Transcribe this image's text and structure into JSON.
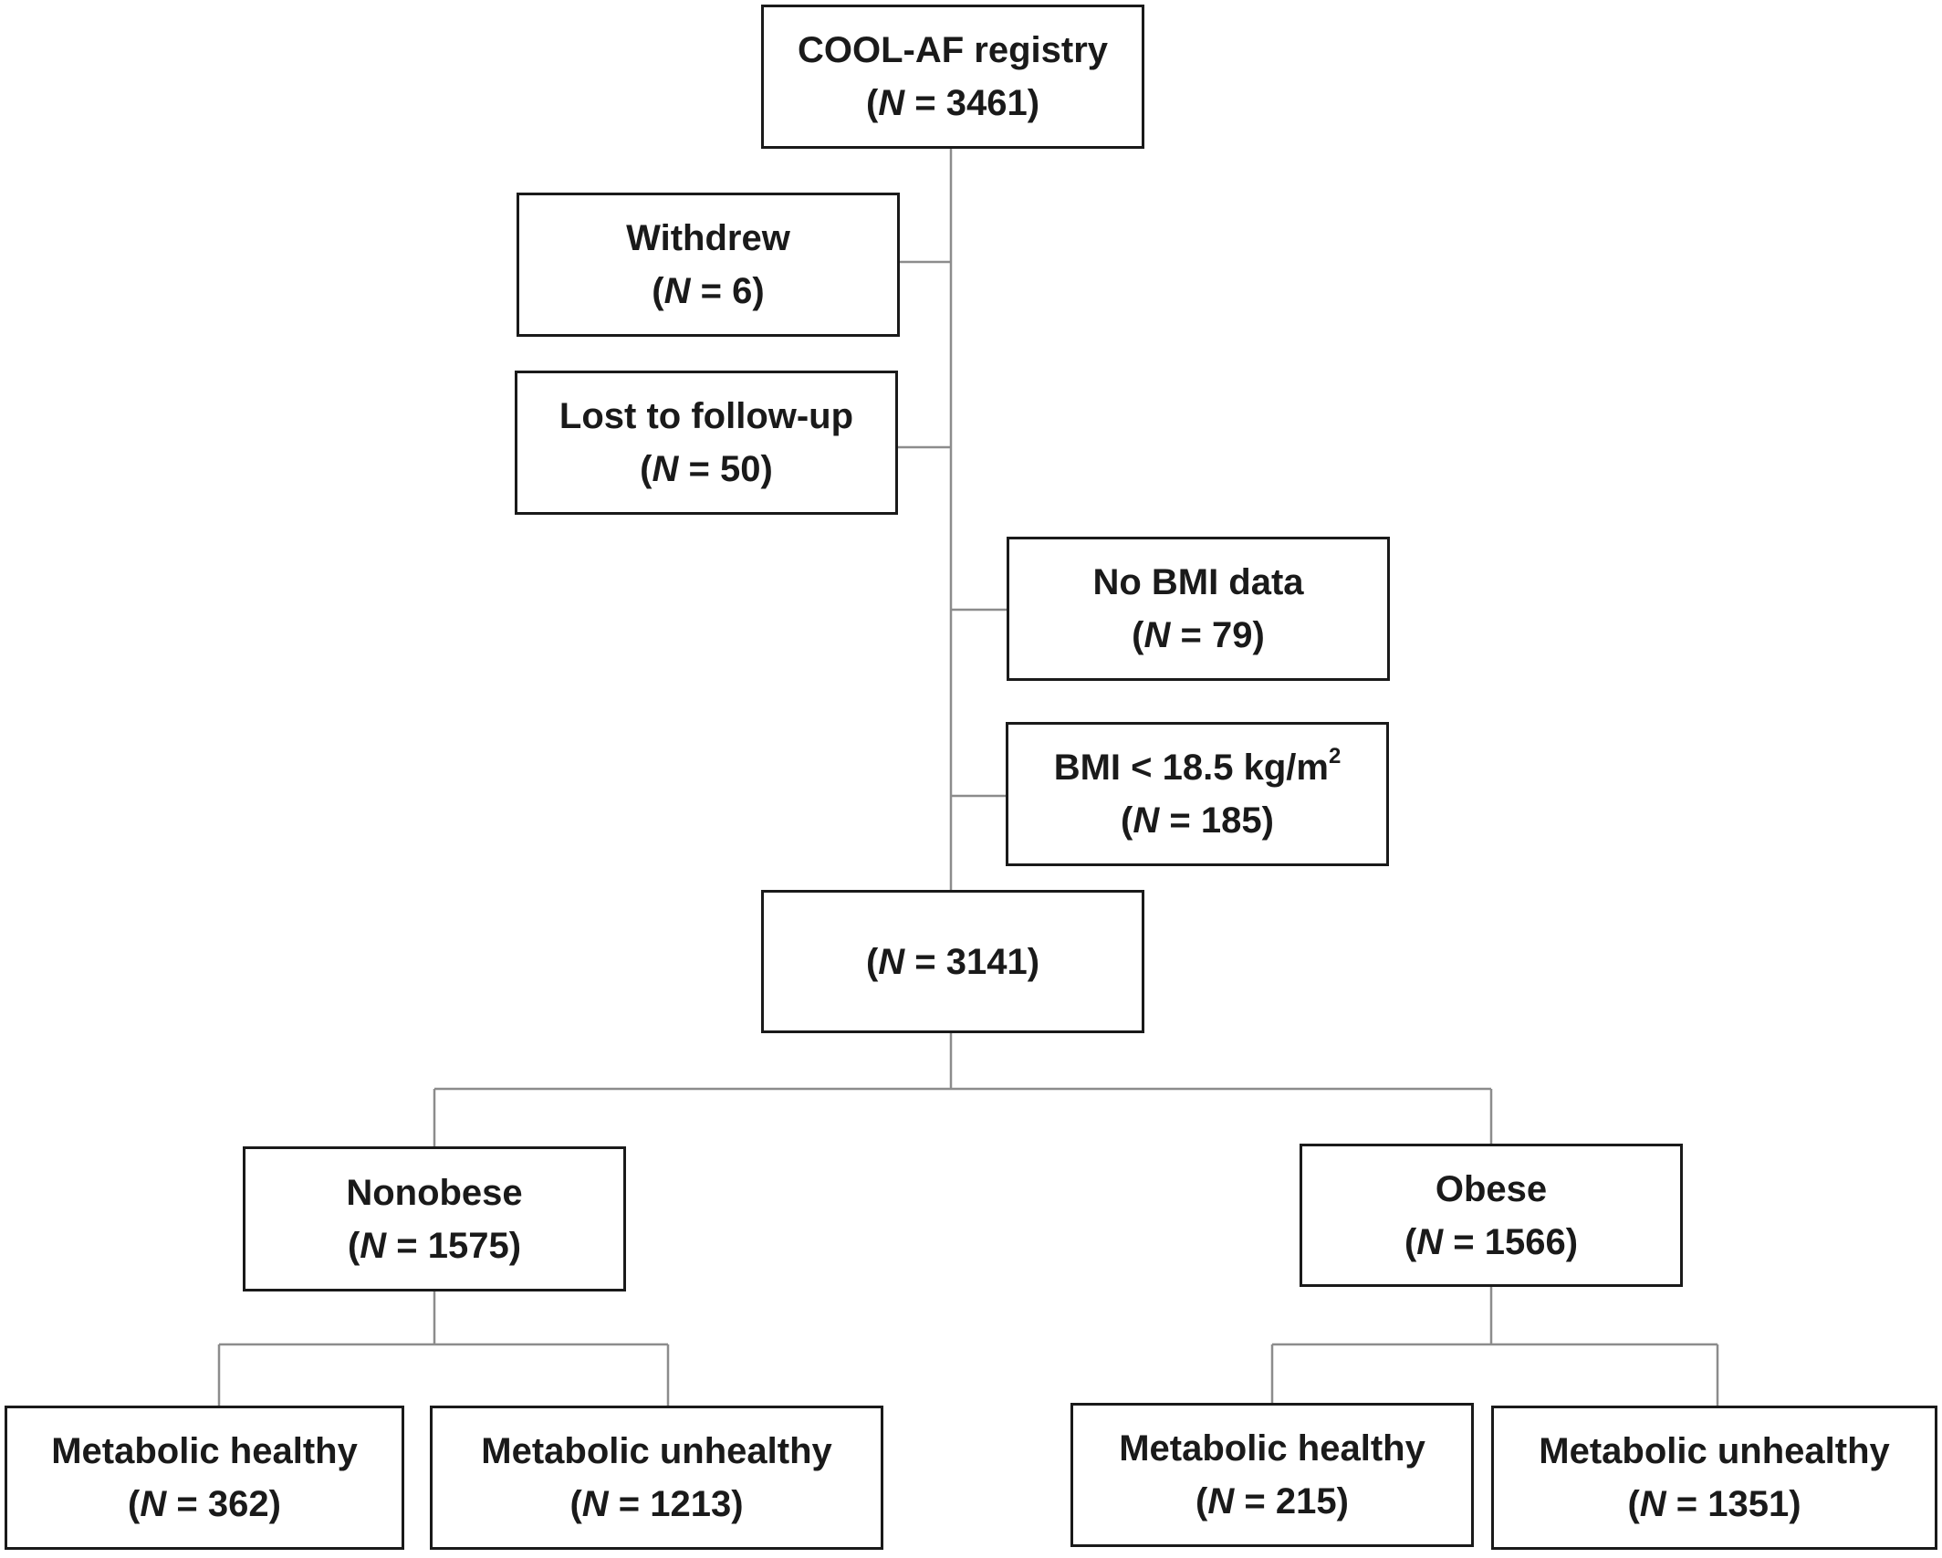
{
  "boxes": {
    "registry": {
      "label": "COOL-AF registry",
      "n": "3461"
    },
    "withdrew": {
      "label": "Withdrew",
      "n": "6"
    },
    "lost": {
      "label": "Lost to follow-up",
      "n": "50"
    },
    "no_bmi": {
      "label": "No BMI data",
      "n": "79"
    },
    "low_bmi": {
      "label_prefix": "BMI < 18.5 kg/m",
      "label_sup": "2",
      "n": "185"
    },
    "included": {
      "n": "3141"
    },
    "nonobese": {
      "label": "Nonobese",
      "n": "1575"
    },
    "obese": {
      "label": "Obese",
      "n": "1566"
    },
    "nonobese_healthy": {
      "label": "Metabolic healthy",
      "n": "362"
    },
    "nonobese_unhealthy": {
      "label": "Metabolic unhealthy",
      "n": "1213"
    },
    "obese_healthy": {
      "label": "Metabolic healthy",
      "n": "215"
    },
    "obese_unhealthy": {
      "label": "Metabolic unhealthy",
      "n": "1351"
    }
  },
  "n_symbol": "N",
  "n_prefix": "(",
  "n_equals": " = ",
  "n_suffix": ")"
}
